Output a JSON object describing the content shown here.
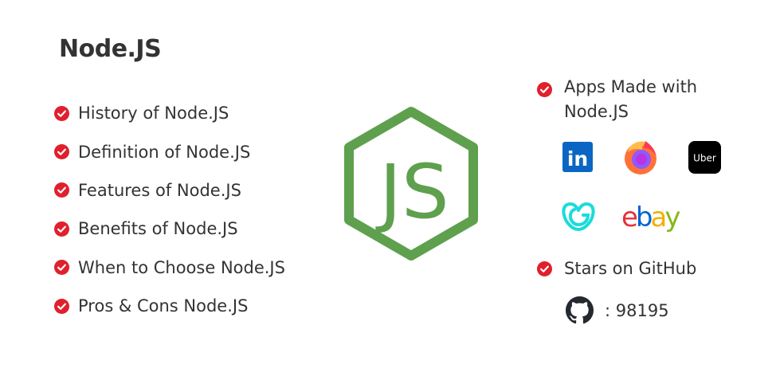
{
  "title": "Node.JS",
  "topics": [
    "History of Node.JS",
    "Definition of Node.JS",
    "Features of Node.JS",
    "Benefits of Node.JS",
    "When to Choose Node.JS",
    "Pros & Cons Node.JS"
  ],
  "logo": {
    "text": "JS",
    "icon": "nodejs-hexagon-icon",
    "color": "#5FA04E"
  },
  "apps": {
    "heading": "Apps Made with Node.JS",
    "logos": [
      {
        "icon": "linkedin-icon",
        "text": "in",
        "color": "#0A66C2"
      },
      {
        "icon": "firefox-icon",
        "color": "#FF7139"
      },
      {
        "icon": "uber-icon",
        "text": "Uber",
        "color": "#000000"
      },
      {
        "icon": "godaddy-icon",
        "color": "#1BDBDB"
      },
      {
        "icon": "ebay-icon",
        "letters": [
          "e",
          "b",
          "a",
          "y"
        ],
        "colors": [
          "#E53238",
          "#0064D2",
          "#F5AF02",
          "#86B817"
        ]
      }
    ]
  },
  "stars": {
    "label": "Stars on GitHub",
    "icon": "github-icon",
    "count": ": 98195"
  },
  "colors": {
    "check": "#E0202D",
    "text": "#333333",
    "background": "#FFFFFF"
  },
  "icons": {
    "bullet": "check-circle-icon"
  }
}
